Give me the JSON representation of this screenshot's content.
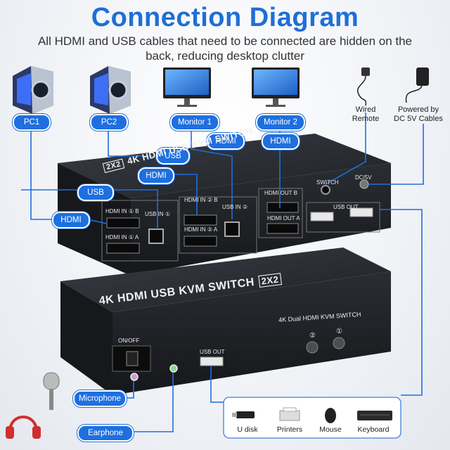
{
  "header": {
    "title": "Connection Diagram",
    "subtitle": "All HDMI and USB cables that need to be connected are hidden on the back, reducing desktop clutter"
  },
  "devices": {
    "pc1": "PC1",
    "pc2": "PC2",
    "monitor1": "Monitor 1",
    "monitor2": "Monitor 2",
    "wired_remote": "Wired\nRemote",
    "power": "Powered by\nDC 5V Cables"
  },
  "cable_labels": {
    "usb_top": "USB",
    "hdmi_top1": "HDMI",
    "hdmi_top2": "HDMI",
    "hdmi_mid": "HDMI",
    "usb_left": "USB",
    "hdmi_left": "HDMI",
    "microphone": "Microphone",
    "earphone": "Earphone"
  },
  "back_panel": {
    "brand": "4K HDMI USB KVM SWITCH",
    "badge": "2X2",
    "hdmi_in_1b": "HDMI IN ① B",
    "hdmi_in_1a": "HDMI IN ① A",
    "usb_in_1": "USB IN ①",
    "hdmi_in_2b": "HDMI IN ② B",
    "hdmi_in_2a": "HDMI IN ② A",
    "usb_in_2": "USB IN ②",
    "hdmi_out_b": "HDMI OUT B",
    "hdmi_out_a": "HDMI OUT A",
    "switch": "SWITCH",
    "dc5v": "DC/5V",
    "usb_out": "USB OUT"
  },
  "front_panel": {
    "brand": "4K HDMI USB KVM SWITCH",
    "badge": "2X2",
    "model": "4K Dual HDMI KVM SWITCH",
    "on_off": "ON/OFF",
    "usb_out": "USB OUT",
    "btn2": "②",
    "btn1": "①"
  },
  "peripherals": [
    "U disk",
    "Printers",
    "Mouse",
    "Keyboard"
  ],
  "colors": {
    "accent": "#1e6fe0",
    "title": "#1f6fd6",
    "device_body": "#24272c"
  }
}
